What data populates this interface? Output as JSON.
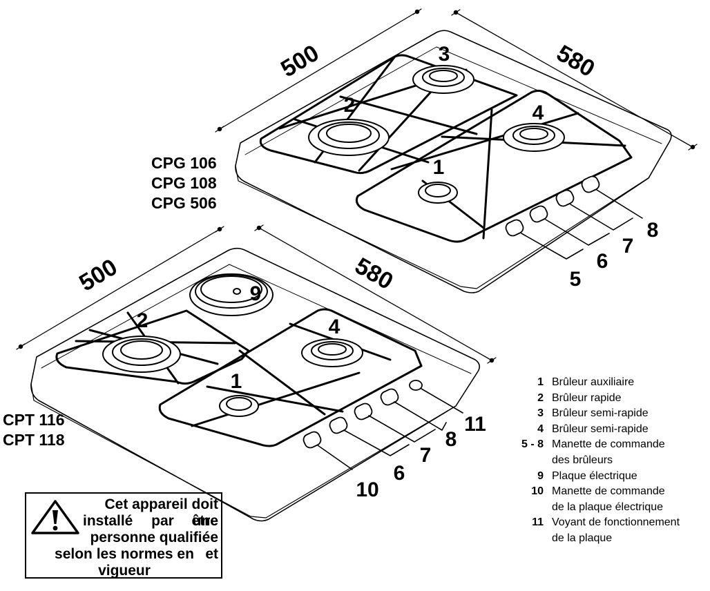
{
  "dimensions": {
    "top_width": "500",
    "top_depth": "580",
    "bottom_width": "500",
    "bottom_depth": "580"
  },
  "top_hob": {
    "models": [
      "CPG 106",
      "CPG 108",
      "CPG 506"
    ],
    "burner_numbers": [
      "1",
      "2",
      "3",
      "4"
    ],
    "knob_numbers": [
      "5",
      "6",
      "7",
      "8"
    ]
  },
  "bottom_hob": {
    "models": [
      "CPT 116",
      "CPT 118"
    ],
    "burner_numbers": [
      "1",
      "2",
      "4"
    ],
    "plate_number": "9",
    "knob_numbers": [
      "10",
      "6",
      "7",
      "8"
    ],
    "indicator_number": "11"
  },
  "legend": [
    {
      "num": "1",
      "text": "Brûleur auxiliaire"
    },
    {
      "num": "2",
      "text": "Brûleur rapide"
    },
    {
      "num": "3",
      "text": "Brûleur semi-rapide"
    },
    {
      "num": "4",
      "text": "Brûleur semi-rapide"
    },
    {
      "num": "5 - 8",
      "text": "Manette de commande"
    },
    {
      "num": "",
      "text": "des brûleurs"
    },
    {
      "num": "9",
      "text": "Plaque électrique"
    },
    {
      "num": "10",
      "text": "Manette de commande"
    },
    {
      "num": "",
      "text": "de la plaque électrique"
    },
    {
      "num": "11",
      "text": "Voyant de fonctionnement"
    },
    {
      "num": "",
      "text": "de la plaque"
    }
  ],
  "warning": {
    "line1": "Cet appareil doit être",
    "line2_a": "installé",
    "line2_b": "par",
    "line2_c": "une",
    "line3": "personne qualifiée et",
    "line4": "selon les normes en vigueur",
    "icon": "warning-triangle-icon"
  }
}
